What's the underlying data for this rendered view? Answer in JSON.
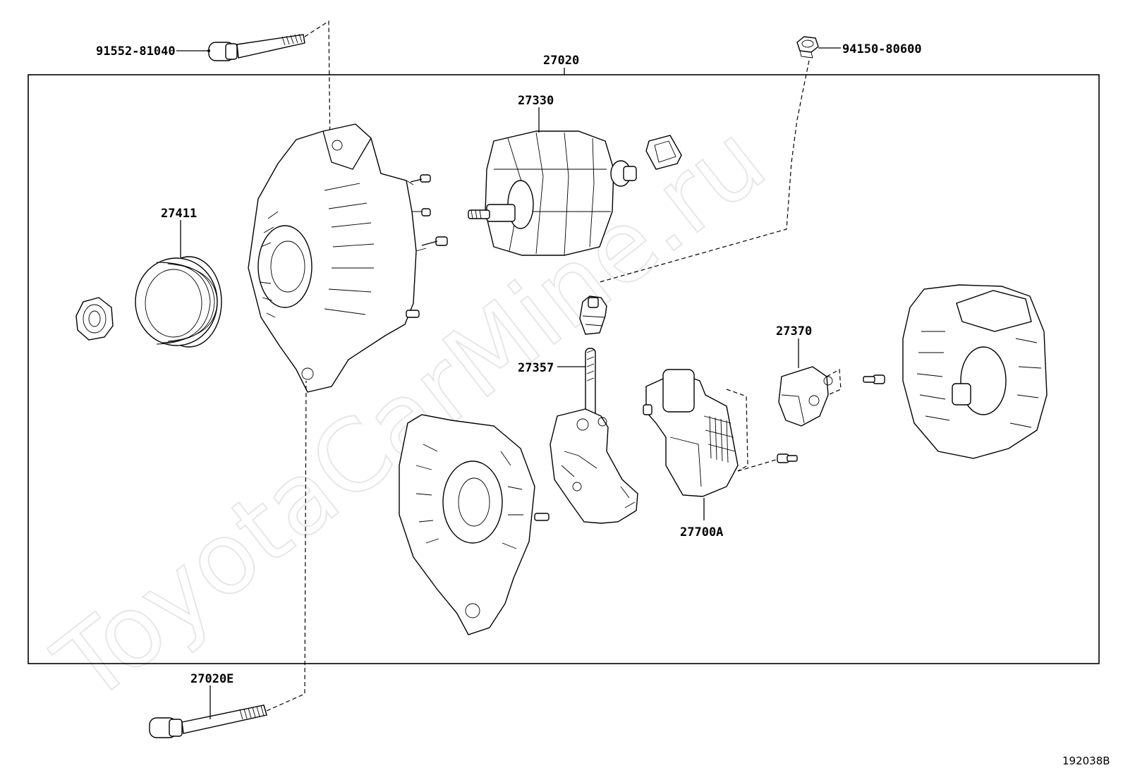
{
  "diagram": {
    "watermark": "ToyotaCarMine.ru",
    "figure_number": "192038B",
    "labels": {
      "bolt_top": "91552-81040",
      "assembly": "27020",
      "nut_top": "94150-80600",
      "rotor": "27330",
      "pulley": "27411",
      "terminal_insulator": "27357",
      "brush_holder": "27370",
      "regulator": "27700A",
      "bolt_bottom": "27020E"
    }
  }
}
